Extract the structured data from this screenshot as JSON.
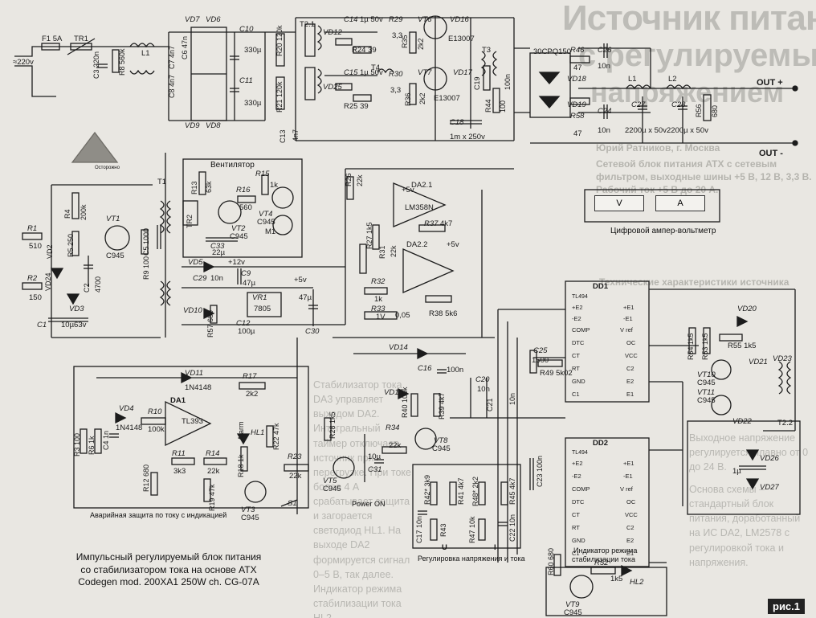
{
  "article": {
    "heading_line1": "Источник питания и видеоадаптера",
    "heading_line2": "с регулируемым",
    "heading_line3": "напряжением",
    "author": "Юрий Ратников, г. Москва",
    "intro": "Сетевой блок питания ATX с сетевым фильтром, выходные шины +5 В, 12 В, 3,3 В. Рабочий ток +5 В до 20 А.",
    "tech_title": "Технические характеристики источника",
    "body_right_1": "Выходное напряжение регулируется плавно от 0 до 24 В.",
    "body_right_2": "Основа схемы – стандартный блок питания, доработанный на ИС DA2, LM2578 с регулировкой тока и напряжения.",
    "body_center": "Стабилизатор тока DA3 управляет выходом DA2. Интегральный таймер отключает источник при перегрузке. При токе более 4 А срабатывает защита и загорается светодиод HL1. На выходе DA2 формируется сигнал 0–5 В, так далее. Индикатор режима стабилизации тока HL2."
  },
  "blocks": {
    "fan": "Вентилятор",
    "meter_label": "Цифровой ампер-вольтметр",
    "meter_v": "V",
    "meter_a": "A",
    "protection": "Аварийная защита по току с индикацией",
    "regulation": "Регулировка напряжения и тока",
    "cc_indicator_line1": "Индикатор режима",
    "cc_indicator_line2": "стабилизации тока",
    "power_on": "Power ON",
    "warning": "Осторожно",
    "u_label": "U",
    "i_label": "I"
  },
  "caption": {
    "line1": "Импульсный регулируемый блок питания",
    "line2": "со стабилизатором тока на основе ATX",
    "line3": "Codegen mod. 200XA1 250W ch. CG-07A"
  },
  "figure_label": "рис.1",
  "outputs": {
    "plus": "OUT +",
    "minus": "OUT -",
    "mains": "≈220v"
  },
  "components": {
    "F1": "F1 5A",
    "TR1": "TR1",
    "L1": "L1",
    "R8": "R8 560k",
    "C3": "C3 220n",
    "C7": "C7 4n7",
    "C8": "C8 4n7",
    "C6": "C6 47n",
    "VD7": "VD7",
    "VD6": "VD6",
    "VD9": "VD9",
    "VD8": "VD8",
    "C10": "C10",
    "C10v": "330µ",
    "C11": "C11",
    "C11v": "330µ",
    "R20": "R20 120k",
    "R21": "R21 120k",
    "T21": "T2.1",
    "VD12": "VD12",
    "C14": "C14",
    "C14v": "1µ 50v",
    "R29": "R29",
    "R29v": "3,3",
    "R24": "R24 39",
    "VT6": "VT6",
    "VT6t": "E13007",
    "VD16": "VD16",
    "R35": "R35",
    "R35v": "2k2",
    "VD25": "VD25",
    "C15": "C15",
    "C15v": "1µ 50v",
    "R30": "R30",
    "R30v": "3,3",
    "R25": "R25 39",
    "VT7": "VT7",
    "VT7t": "E13007",
    "VD17": "VD17",
    "R36": "R36",
    "R36v": "2k2",
    "C19": "C19",
    "C19v": "100n",
    "R44": "R44",
    "R44v": "100",
    "T4": "T4",
    "T3": "T3",
    "C13": "C13",
    "C13v": "4n7",
    "C18": "C18",
    "C18v": "1m x 250v",
    "D30": "30CPQ150",
    "VD18": "VD18",
    "VD19": "VD19",
    "R46": "R46",
    "R46v": "47",
    "C26": "C26",
    "C26v": "10n",
    "R58": "R58",
    "R58v": "47",
    "C24": "C24",
    "C24v": "10n",
    "L1o": "L1",
    "L2": "L2",
    "C27": "C27",
    "C27v": "2200µ x 50v",
    "C28": "C28",
    "C28v": "2200µ x 50v",
    "R56": "R56",
    "R56v": "680",
    "T1": "T1",
    "R4": "R4",
    "R4v": "200k",
    "VT1": "VT1",
    "VT1t": "C945",
    "R1": "R1",
    "R1v": "510",
    "VD2": "VD2",
    "R5": "R5 250",
    "C2": "C2",
    "C2v": "4700",
    "C5": "C5 1000",
    "R9": "R9 100",
    "R2": "R2",
    "R2v": "150",
    "VD24": "VD24",
    "VD3": "VD3",
    "C1": "C1",
    "C1v": "10µ63v",
    "R13": "R13",
    "R13v": "63k",
    "R16": "R16",
    "R16v": "560",
    "R15": "R15",
    "R15v": "1k",
    "TR2": "TR2",
    "VT2": "VT2",
    "VT2t": "C945",
    "VT4": "VT4",
    "VT4t": "C945",
    "C33": "C33",
    "C33v": "22µ",
    "M1": "M1",
    "VD5": "VD5",
    "C29": "C29",
    "C29v": "10n",
    "V12": "+12v",
    "C9": "C9",
    "C9v": "47µ",
    "V5": "+5v",
    "VD10": "VD10",
    "VR1": "VR1",
    "VR1t": "7805",
    "C47": "47µ",
    "R57": "R57 680",
    "C12": "C12",
    "C12v": "100µ",
    "C30": "C30",
    "R26": "R26",
    "R26v": "22k",
    "DA21": "DA2.1",
    "DA21t": "LM358N",
    "R27": "R27 1k5",
    "R37": "R37",
    "R37v": "4k7",
    "R31": "R31",
    "R31v": "22k",
    "DA22": "DA2.2",
    "R32": "R32",
    "R32v": "1k",
    "R33": "R33",
    "R33v": "1V",
    "R33n": "0,05",
    "R38": "R38 5k6",
    "V5b": "+5v",
    "V5c": "+5v",
    "DD1": "DD1",
    "DD1t": "TL494",
    "DD2": "DD2",
    "DD2t": "TL494",
    "C25": "C25",
    "C25v": "1500",
    "R49": "R49 5k02",
    "R54": "R54 1k5",
    "R53": "R53 1k5",
    "VD20": "VD20",
    "R55": "R55 1k5",
    "VT10": "VT10",
    "VT10t": "C945",
    "VT11": "VT11",
    "VT11t": "C945",
    "VD21": "VD21",
    "VD23": "VD23",
    "VD22": "VD22",
    "T22": "T2.2",
    "VD26": "VD26",
    "VD27": "VD27",
    "C36": "1µ",
    "VD11": "VD11",
    "VD11t": "1N4148",
    "R17": "R17",
    "R17v": "2k2",
    "DA1": "DA1",
    "DA1t": "TL393",
    "VD4": "VD4",
    "VD4t": "1N4148",
    "R10": "R10",
    "R10v": "100k",
    "R3": "R3 100",
    "R6": "R6 1k",
    "C4": "C4 1n",
    "R11": "R11",
    "R11v": "3k3",
    "R14": "R14",
    "R14v": "22k",
    "R12": "R12 680",
    "HL1": "HL1",
    "HL1n": "Alarm",
    "R18": "R18 1k",
    "R19": "R19 47k",
    "VT3": "VT3",
    "VT3t": "C945",
    "R22": "R22 47k",
    "S1": "S1",
    "R23": "R23",
    "R23v": "22k",
    "VT5": "VT5",
    "VT5t": "C945",
    "R28": "R28 1k5",
    "C31": "C31",
    "C31v": "10µ",
    "VD14": "VD14",
    "VD15": "VD15",
    "C16": "C16",
    "C16v": "100n",
    "R40": "R40 100k",
    "R39": "R39 4k7",
    "R34": "R34",
    "R34v": "22k",
    "VT8": "VT8",
    "VT8t": "C945",
    "C20": "C20",
    "C20v": "10n",
    "C21": "C21",
    "C21v": "10n",
    "C23": "C23 100n",
    "R42": "R42* 3k9",
    "R41": "R41 4k7",
    "R48": "R48* 2k2",
    "R45": "R45 4k7",
    "C17": "C17 10n",
    "R43": "R43",
    "R47": "R47 10k",
    "C22": "C22 10n",
    "R60": "R60 680",
    "R52": "R52",
    "R52v": "1k5",
    "HL2": "HL2",
    "VT9": "VT9",
    "VT9t": "C945"
  },
  "ic_pins": [
    "+E2",
    "-E2",
    "COMP",
    "DTC",
    "CT",
    "RT",
    "GND",
    "C1",
    "+E1",
    "-E1",
    "V ref",
    "OC",
    "VCC",
    "C2",
    "E2",
    "E1"
  ]
}
